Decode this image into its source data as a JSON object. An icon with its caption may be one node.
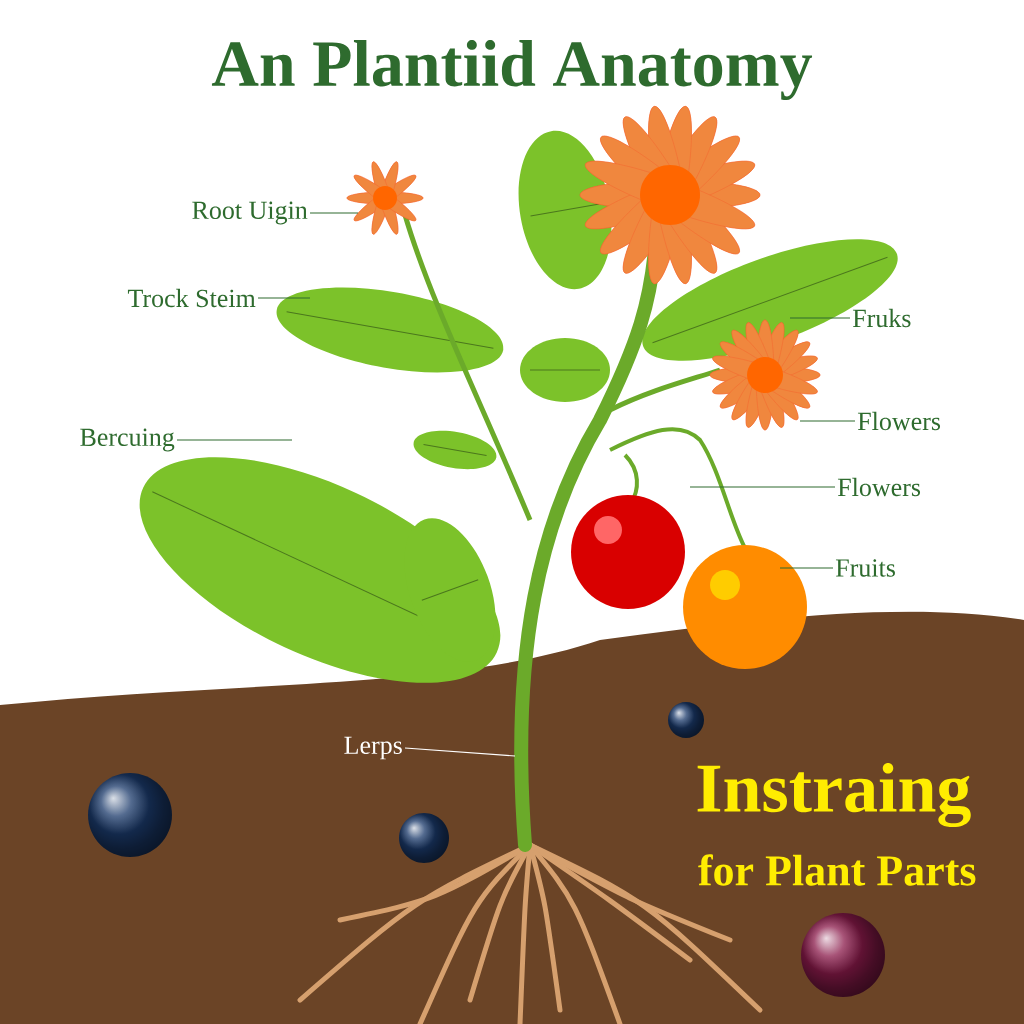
{
  "diagram": {
    "title": "An Plantiid Anatomy",
    "nodes": [
      {
        "text": [
          "Root Uigin"
        ]
      },
      {
        "text": [
          "Trock Steim"
        ]
      },
      {
        "text": [
          "Bercuing"
        ]
      },
      {
        "text": [
          "Fruks"
        ]
      },
      {
        "text": [
          "Flowers"
        ]
      },
      {
        "text": [
          "Flowers"
        ]
      },
      {
        "text": [
          "Fruits"
        ]
      },
      {
        "text": [
          "Lerps"
        ]
      }
    ],
    "edges": [
      {
        "from": 0,
        "to": null,
        "arrow": "none"
      },
      {
        "from": 1,
        "to": null,
        "arrow": "none"
      },
      {
        "from": 2,
        "to": null,
        "arrow": "none"
      },
      {
        "from": 3,
        "to": null,
        "arrow": "none"
      },
      {
        "from": 4,
        "to": null,
        "arrow": "none"
      },
      {
        "from": 5,
        "to": null,
        "arrow": "none"
      },
      {
        "from": 6,
        "to": null,
        "arrow": "none"
      },
      {
        "from": 7,
        "to": null,
        "arrow": "none",
        "color": "#ffffff"
      }
    ],
    "labels": [
      "Instraing",
      "for Plant Parts"
    ]
  }
}
